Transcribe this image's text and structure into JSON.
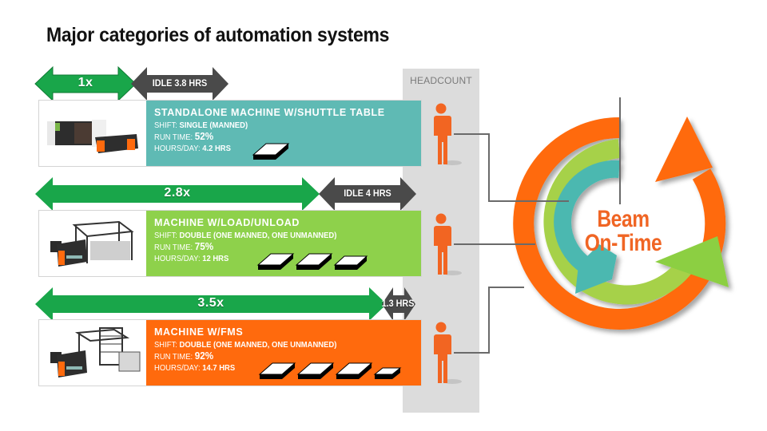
{
  "title": "Major categories of automation systems",
  "headcount_label": "HEADCOUNT",
  "colors": {
    "teal": "#5fbab4",
    "lime": "#8ed14b",
    "orange": "#ff6a0d",
    "green_arrow": "#19a64a",
    "dark_arrow": "#4a4a4a",
    "person": "#f26522",
    "beam_text": "#f06524"
  },
  "systems": [
    {
      "multiplier": "1x",
      "idle": "IDLE 3.8 HRS",
      "name": "STANDALONE MACHINE W/SHUTTLE TABLE",
      "shift_label": "SHIFT:",
      "shift_value": "SINGLE (MANNED)",
      "runtime_label": "RUN TIME:",
      "runtime_value": "52%",
      "hours_label": "HOURS/DAY:",
      "hours_value": "4.2 HRS",
      "shift_blocks": 1,
      "headcount_icon": "person-icon"
    },
    {
      "multiplier": "2.8x",
      "idle": "IDLE 4 HRS",
      "name": "MACHINE W/LOAD/UNLOAD",
      "shift_label": "SHIFT:",
      "shift_value": "DOUBLE (ONE MANNED, ONE UNMANNED)",
      "runtime_label": "RUN TIME:",
      "runtime_value": "75%",
      "hours_label": "HOURS/DAY:",
      "hours_value": "12 HRS",
      "shift_blocks": 3,
      "headcount_icon": "person-icon"
    },
    {
      "multiplier": "3.5x",
      "idle": "1.3 HRS",
      "name": "MACHINE W/FMS",
      "shift_label": "SHIFT:",
      "shift_value": "DOUBLE (ONE MANNED, ONE UNMANNED)",
      "runtime_label": "RUN TIME:",
      "runtime_value": "92%",
      "hours_label": "HOURS/DAY:",
      "hours_value": "14.7 HRS",
      "shift_blocks": 3.5,
      "headcount_icon": "person-icon"
    }
  ],
  "cycle": {
    "line1": "Beam",
    "line2": "On-Time"
  }
}
